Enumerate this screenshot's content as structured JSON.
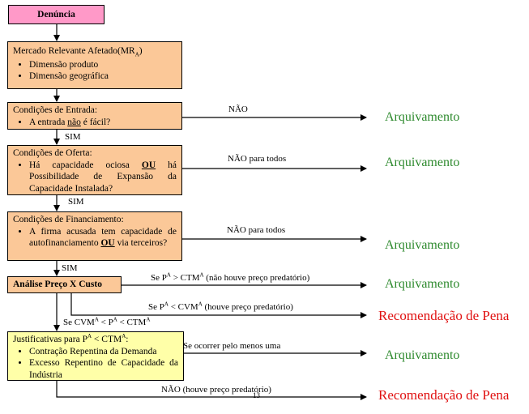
{
  "nodes": {
    "denuncia": "Denúncia",
    "mercado": {
      "title": "Mercado Relevante Afetado(MR",
      "title_sub": "A",
      "title_end": ")",
      "items": [
        "Dimensão produto",
        "Dimensão geográfica"
      ]
    },
    "entrada": {
      "title": "Condições de Entrada:",
      "item_pre": "A entrada ",
      "item_emph": "não",
      "item_post": " é fácil?"
    },
    "oferta": {
      "title": "Condições de Oferta:",
      "item_pre": "Há capacidade ociosa ",
      "item_emph": "OU",
      "item_post": " há Possibilidade de Expansão da Capacidade Instalada?"
    },
    "financiamento": {
      "title": "Condições de Financiamento:",
      "item_pre": "A firma acusada tem capacidade de autofinanciamento ",
      "item_emph": "OU",
      "item_post": " via terceiros?"
    },
    "analise": "Análise Preço X Custo",
    "justificativas": {
      "title_pre": "Justificativas para P",
      "title_sup1": "A",
      "title_mid": " < CTM",
      "title_sup2": "A",
      "title_post": ":",
      "items": [
        "Contração Repentina da Demanda",
        "Excesso Repentino de Capacidade da Indústria"
      ]
    }
  },
  "edges": {
    "nao": "NÃO",
    "sim": "SIM",
    "nao_todos": "NÃO para todos",
    "cond1": {
      "pre": "Se P",
      "sup1": "A",
      "mid": " > CTM",
      "sup2": "A",
      "post": " (não houve preço predatório)"
    },
    "cond2": {
      "pre": "Se P",
      "sup1": "A",
      "mid": " < CVM",
      "sup2": "A",
      "post": " (houve preço predatório)"
    },
    "cond3": {
      "pre": "Se CVM",
      "sup1": "A",
      "mid": " < P",
      "sup2": "A",
      "mid2": " < CTM",
      "sup3": "A"
    },
    "ocorrer": "Se ocorrer pelo menos uma",
    "nao_houve": "NÃO (houve preço predatório)"
  },
  "outcomes": {
    "arquivamento": "Arquivamento",
    "recomendacao": "Recomendação de Pena"
  },
  "page_number": "13",
  "colors": {
    "green": "#2e8a2e",
    "red": "#e01010",
    "orange": "#fbc898",
    "pink": "#ff99c8",
    "yellow": "#ffffa8"
  }
}
